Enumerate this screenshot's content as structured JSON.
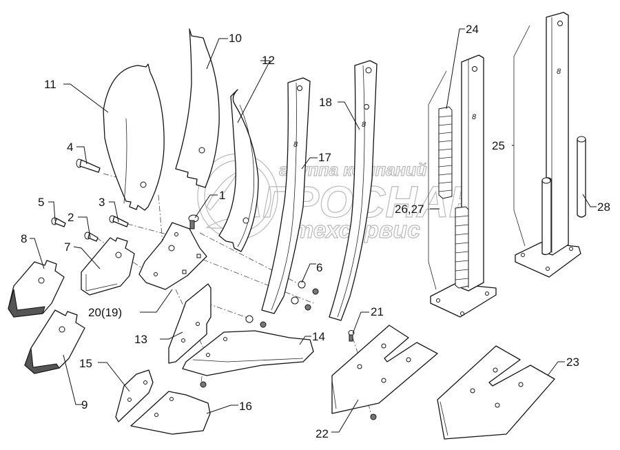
{
  "diagram": {
    "title": "Exploded parts diagram — cultivator shank, share and sweep assembly",
    "watermark": {
      "line1": "группа компаний",
      "line2": "АГРОСНАБ",
      "line3": "техсервис"
    },
    "callouts": [
      {
        "id": "1",
        "label": "1"
      },
      {
        "id": "2",
        "label": "2"
      },
      {
        "id": "3",
        "label": "3"
      },
      {
        "id": "4",
        "label": "4"
      },
      {
        "id": "5",
        "label": "5"
      },
      {
        "id": "6",
        "label": "6"
      },
      {
        "id": "7",
        "label": "7"
      },
      {
        "id": "8",
        "label": "8"
      },
      {
        "id": "9",
        "label": "9"
      },
      {
        "id": "10",
        "label": "10"
      },
      {
        "id": "11",
        "label": "11"
      },
      {
        "id": "12",
        "label": "12"
      },
      {
        "id": "13",
        "label": "13"
      },
      {
        "id": "14",
        "label": "14"
      },
      {
        "id": "15",
        "label": "15"
      },
      {
        "id": "16",
        "label": "16"
      },
      {
        "id": "17",
        "label": "17"
      },
      {
        "id": "18",
        "label": "18"
      },
      {
        "id": "20",
        "label": "20(19)"
      },
      {
        "id": "21",
        "label": "21"
      },
      {
        "id": "22",
        "label": "22"
      },
      {
        "id": "23",
        "label": "23"
      },
      {
        "id": "24",
        "label": "24"
      },
      {
        "id": "25",
        "label": "25"
      },
      {
        "id": "26",
        "label": "26,27"
      },
      {
        "id": "28",
        "label": "28"
      }
    ]
  }
}
